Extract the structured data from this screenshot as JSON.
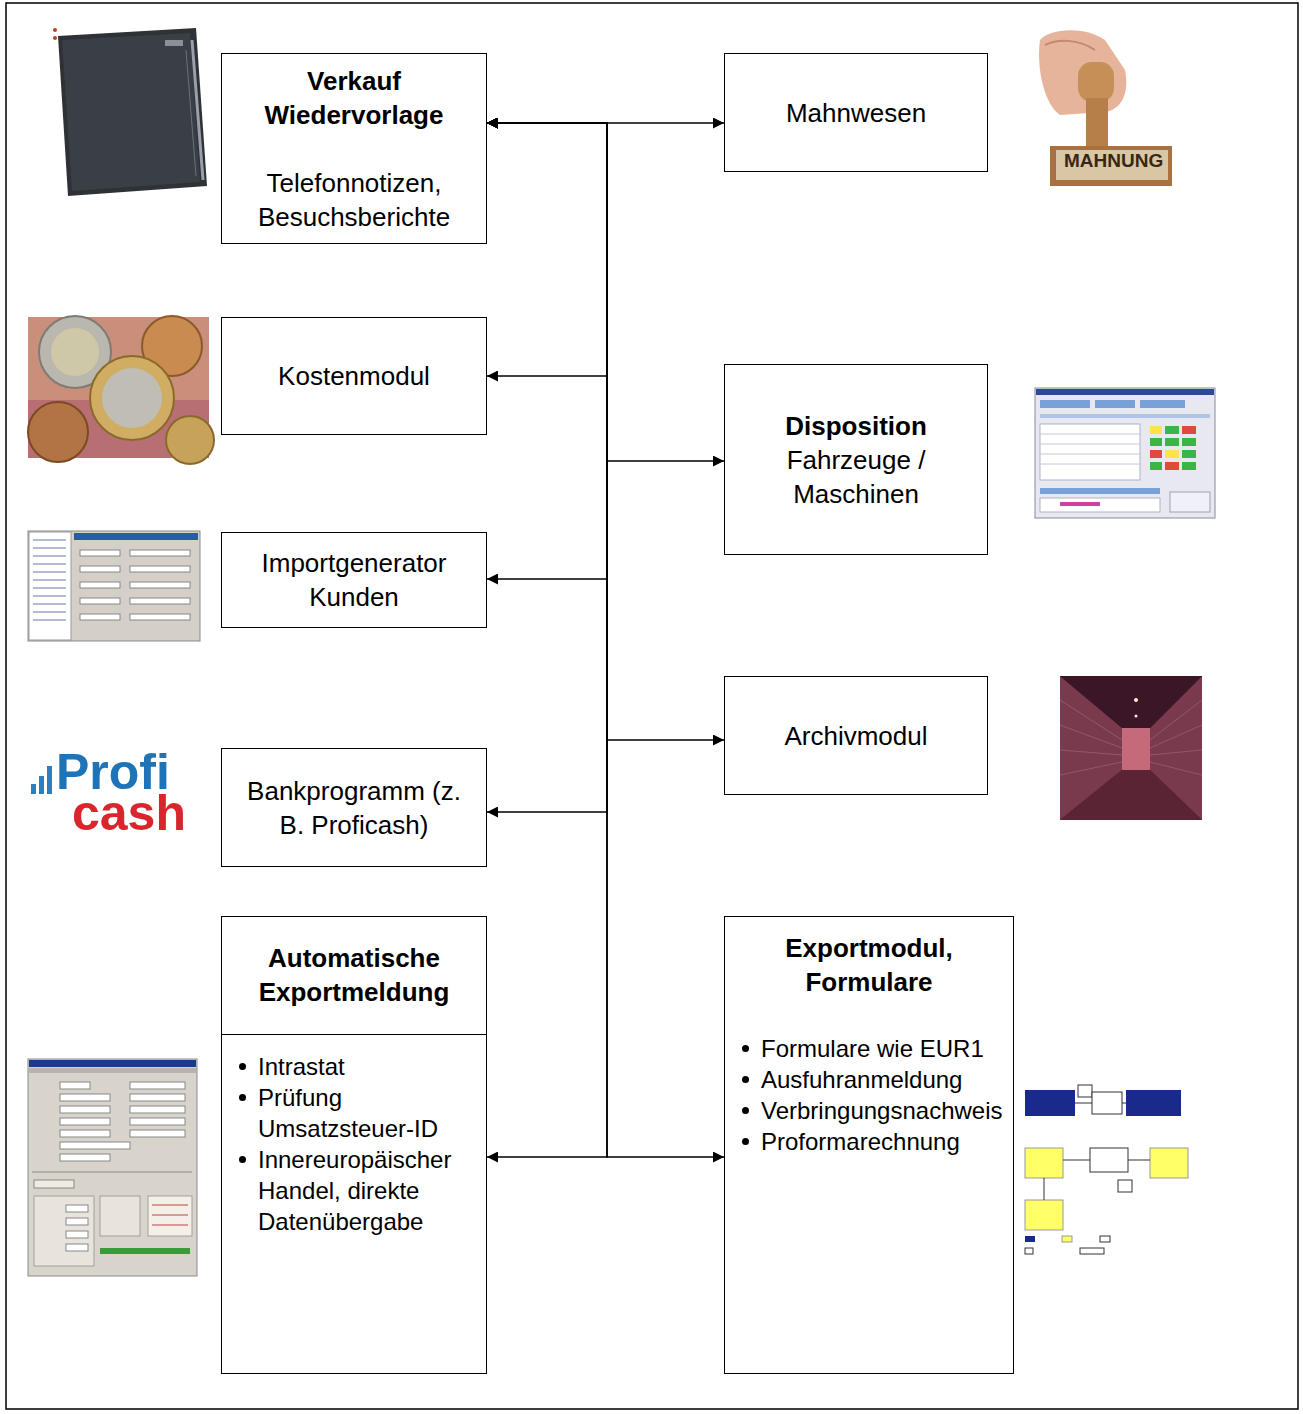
{
  "diagram": {
    "nodes": [
      {
        "text": [
          "Verkauf Wiedervorlage",
          "Telefonnotizen, Besuchsberichte"
        ]
      },
      {
        "text": [
          "Mahnwesen"
        ]
      },
      {
        "text": [
          "Kostenmodul"
        ]
      },
      {
        "text": [
          "Disposition",
          "Fahrzeuge / Maschinen"
        ]
      },
      {
        "text": [
          "Importgenerator Kunden"
        ]
      },
      {
        "text": [
          "Archivmodul"
        ]
      },
      {
        "text": [
          "Bankprogramm (z. B. Proficash)"
        ]
      },
      {
        "text": [
          "Automatische Exportmeldung",
          "Intrastat",
          "Prüfung Umsatzsteuer-ID",
          "Innereuropäischer Handel, direkte Datenübergabe"
        ]
      },
      {
        "text": [
          "Exportmodul, Formulare",
          "Formulare wie EUR1",
          "Ausfuhranmeldung",
          "Verbringungsnachweis",
          "Proformarechnung"
        ]
      }
    ],
    "edges": [
      {
        "from": 0,
        "to": 1,
        "arrow": "both"
      },
      {
        "from": 0,
        "to": 2,
        "arrow": "both"
      },
      {
        "from": 0,
        "to": 3,
        "arrow": "both"
      },
      {
        "from": 0,
        "to": 4,
        "arrow": "both"
      },
      {
        "from": 0,
        "to": 5,
        "arrow": "both"
      },
      {
        "from": 0,
        "to": 6,
        "arrow": "both"
      },
      {
        "from": 0,
        "to": 7,
        "arrow": "both"
      },
      {
        "from": 0,
        "to": 8,
        "arrow": "both"
      }
    ],
    "labels": [
      "Profi",
      "cash",
      "MAHNUNG"
    ]
  }
}
